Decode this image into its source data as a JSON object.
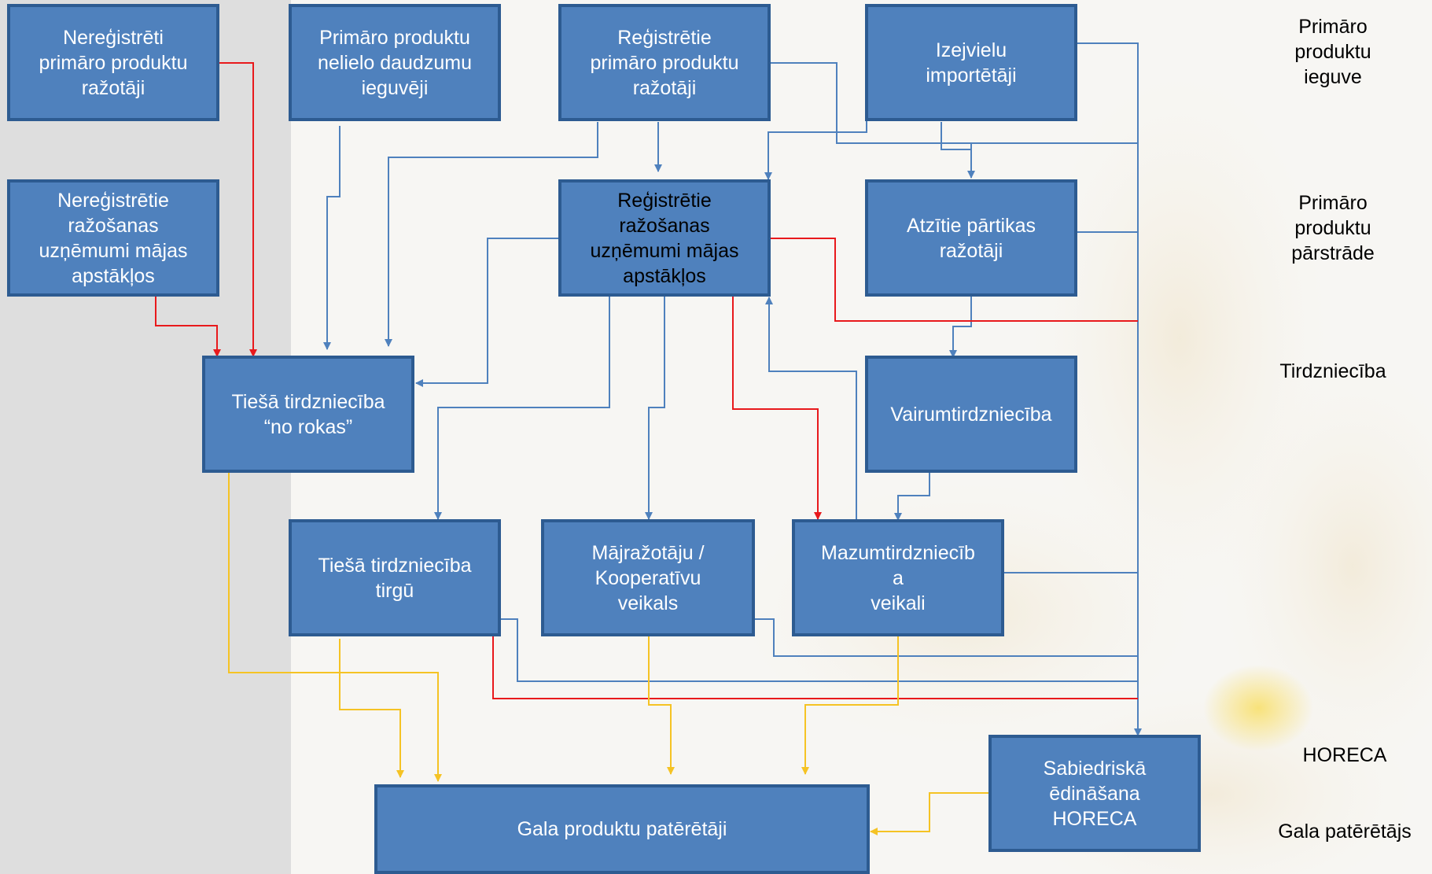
{
  "nodes": {
    "unreg_primary": "Nereģistrēti\nprimāro produktu\nražotāji",
    "small_qty": "Primāro produktu\nnelielo daudzumu\nieguvēji",
    "reg_primary": "Reģistrētie\nprimāro produktu\nražotāji",
    "importers": "Izejvielu\nimportētāji",
    "unreg_home": "Nereģistrētie\nražošanas\nuzņēmumi mājas\napstākļos",
    "reg_home": "Reģistrētie\nražošanas\nuzņēmumi mājas\napstākļos",
    "approved": "Atzītie pārtikas\nražotāji",
    "direct_hand": "Tiešā tirdzniecība\n“no rokas”",
    "wholesale": "Vairumtirdzniecība",
    "direct_market": "Tiešā tirdzniecība\ntirgū",
    "home_coop": "Mājražotāju /\nKooperatīvu\nveikals",
    "retail": "Mazumtirdzniecīb\na\nveikali",
    "horeca_box": "Sabiedriskā\nēdināšana\nHORECA",
    "consumers": "Gala produktu patērētāji"
  },
  "stages": {
    "primary_production": "Primāro\nproduktu\nieguve",
    "primary_processing": "Primāro\nproduktu\npārstrāde",
    "trade": "Tirdzniecība",
    "horeca": "HORECA",
    "final_consumer": "Gala patērētājs"
  },
  "colors": {
    "box_fill": "#4f81bd",
    "box_border": "#2d5b91",
    "line_blue": "#4f81bd",
    "line_red": "#e8191c",
    "line_yellow": "#f5c324",
    "left_panel": "#dedede"
  }
}
